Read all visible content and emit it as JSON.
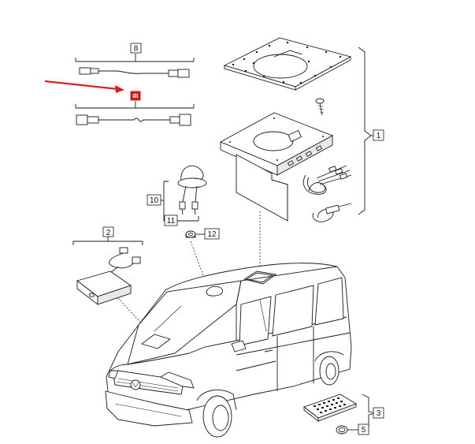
{
  "callouts": {
    "c1": "1",
    "c2": "2",
    "c3": "3",
    "c5": "5",
    "c8": "8",
    "c10": "10",
    "c11": "11",
    "c12": "12",
    "highlight": "9"
  },
  "colors": {
    "arrow": "#e02020",
    "highlight": "#e02020",
    "line": "#1a1a1a"
  }
}
